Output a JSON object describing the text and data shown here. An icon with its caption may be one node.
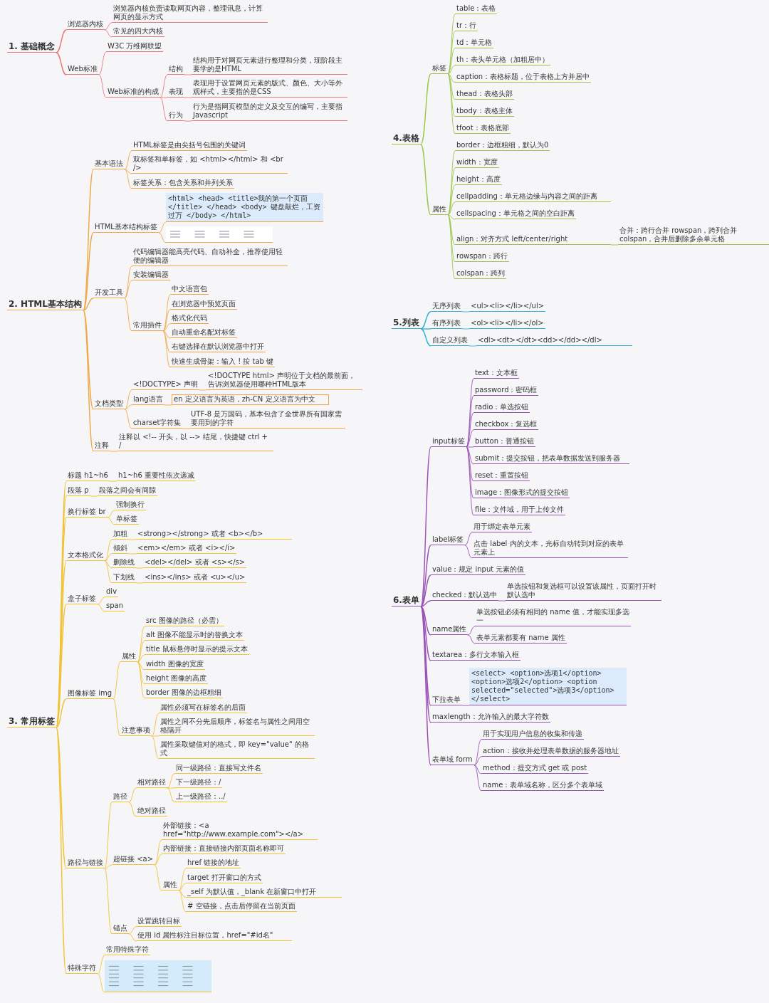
{
  "diagram": {
    "nodes": [
      {
        "text": [
          "1. 基础概念"
        ]
      },
      {
        "text": [
          "浏览器内核"
        ]
      },
      {
        "text": [
          "浏览器内核负责读取网页内容，整理讯息，计算网页的显示方式"
        ]
      },
      {
        "text": [
          "常见的四大内核"
        ]
      },
      {
        "text": [
          "Web标准"
        ]
      },
      {
        "text": [
          "W3C 万维网联盟"
        ]
      },
      {
        "text": [
          "Web标准的构成"
        ]
      },
      {
        "text": [
          "结构"
        ]
      },
      {
        "text": [
          "结构用于对网页元素进行整理和分类，现阶段主要学的是HTML"
        ]
      },
      {
        "text": [
          "表现"
        ]
      },
      {
        "text": [
          "表现用于设置网页元素的版式、颜色、大小等外观样式，主要指的是CSS"
        ]
      },
      {
        "text": [
          "行为"
        ]
      },
      {
        "text": [
          "行为是指网页模型的定义及交互的编写，主要指 Javascript"
        ]
      },
      {
        "text": [
          "2. HTML基本结构"
        ]
      },
      {
        "text": [
          "基本语法"
        ]
      },
      {
        "text": [
          "HTML标签是由尖括号包围的关键词"
        ]
      },
      {
        "text": [
          "双标签和单标签，如 <html></html> 和 <br />"
        ]
      },
      {
        "text": [
          "标签关系：包含关系和并列关系"
        ]
      },
      {
        "text": [
          "HTML基本结构标签"
        ]
      },
      {
        "text": [
          "<html> <head> <title>我的第一个页面</title> </head> <body> 键盘敲烂，工资过万 </body> </html>"
        ]
      },
      {
        "text": [],
        "shape": "picture"
      },
      {
        "text": [
          "开发工具"
        ]
      },
      {
        "text": [
          "代码编辑器能高亮代码、自动补全，推荐使用轻便的编辑器"
        ]
      },
      {
        "text": [
          "安装编辑器"
        ]
      },
      {
        "text": [
          "常用插件"
        ]
      },
      {
        "text": [
          "中文语言包"
        ]
      },
      {
        "text": [
          "在浏览器中预览页面"
        ]
      },
      {
        "text": [
          "格式化代码"
        ]
      },
      {
        "text": [
          "自动重命名配对标签"
        ]
      },
      {
        "text": [
          "右键选择在默认浏览器中打开"
        ]
      },
      {
        "text": [
          "快速生成骨架：输入 ! 按 tab 键"
        ]
      },
      {
        "text": [
          "文档类型"
        ]
      },
      {
        "text": [
          "<!DOCTYPE> 声明"
        ]
      },
      {
        "text": [
          "<!DOCTYPE html> 声明位于文档的最前面，告诉浏览器使用哪种HTML版本"
        ]
      },
      {
        "text": [
          "lang语言"
        ]
      },
      {
        "text": [
          "en 定义语言为英语，zh-CN 定义语言为中文"
        ]
      },
      {
        "text": [
          "charset字符集"
        ]
      },
      {
        "text": [
          "UTF-8 是万国码，基本包含了全世界所有国家需要用到的字符"
        ]
      },
      {
        "text": [
          "注释"
        ]
      },
      {
        "text": [
          "注释以 <!-- 开头，以 --> 结尾，快捷键 ctrl + /"
        ]
      },
      {
        "text": [
          "3. 常用标签"
        ]
      },
      {
        "text": [
          "标题 h1~h6"
        ]
      },
      {
        "text": [
          "h1~h6 重要性依次递减"
        ]
      },
      {
        "text": [
          "段落 p"
        ]
      },
      {
        "text": [
          "段落之间会有间隙"
        ]
      },
      {
        "text": [
          "换行标签 br"
        ]
      },
      {
        "text": [
          "强制换行"
        ]
      },
      {
        "text": [
          "单标签"
        ]
      },
      {
        "text": [
          "文本格式化"
        ]
      },
      {
        "text": [
          "加粗"
        ]
      },
      {
        "text": [
          "<strong></strong> 或者 <b></b>"
        ]
      },
      {
        "text": [
          "倾斜"
        ]
      },
      {
        "text": [
          "<em></em> 或者 <i></i>"
        ]
      },
      {
        "text": [
          "删除线"
        ]
      },
      {
        "text": [
          "<del></del> 或者 <s></s>"
        ]
      },
      {
        "text": [
          "下划线"
        ]
      },
      {
        "text": [
          "<ins></ins> 或者 <u></u>"
        ]
      },
      {
        "text": [
          "盒子标签"
        ]
      },
      {
        "text": [
          "div"
        ]
      },
      {
        "text": [
          "span"
        ]
      },
      {
        "text": [
          "图像标签 img"
        ]
      },
      {
        "text": [
          "属性"
        ]
      },
      {
        "text": [
          "src 图像的路径（必需）"
        ]
      },
      {
        "text": [
          "alt 图像不能显示时的替换文本"
        ]
      },
      {
        "text": [
          "title 鼠标悬停时显示的提示文本"
        ]
      },
      {
        "text": [
          "width 图像的宽度"
        ]
      },
      {
        "text": [
          "height 图像的高度"
        ]
      },
      {
        "text": [
          "border 图像的边框粗细"
        ]
      },
      {
        "text": [
          "注意事项"
        ]
      },
      {
        "text": [
          "属性必须写在标签名的后面"
        ]
      },
      {
        "text": [
          "属性之间不分先后顺序，标签名与属性之间用空格隔开"
        ]
      },
      {
        "text": [
          "属性采取键值对的格式，即 key=\"value\" 的格式"
        ]
      },
      {
        "text": [
          "路径与链接"
        ]
      },
      {
        "text": [
          "路径"
        ]
      },
      {
        "text": [
          "相对路径"
        ]
      },
      {
        "text": [
          "同一级路径：直接写文件名"
        ]
      },
      {
        "text": [
          "下一级路径：/"
        ]
      },
      {
        "text": [
          "上一级路径：../"
        ]
      },
      {
        "text": [
          "绝对路径"
        ]
      },
      {
        "text": [
          "超链接 <a>"
        ]
      },
      {
        "text": [
          "外部链接：<a href=\"http://www.example.com\"></a>"
        ]
      },
      {
        "text": [
          "内部链接：直接链接内部页面名称即可"
        ]
      },
      {
        "text": [
          "属性"
        ]
      },
      {
        "text": [
          "href 链接的地址"
        ]
      },
      {
        "text": [
          "target 打开窗口的方式"
        ]
      },
      {
        "text": [
          "_self 为默认值，_blank 在新窗口中打开"
        ]
      },
      {
        "text": [
          "# 空链接，点击后停留在当前页面"
        ]
      },
      {
        "text": [
          "锚点"
        ]
      },
      {
        "text": [
          "设置跳转目标"
        ]
      },
      {
        "text": [
          "使用 id 属性标注目标位置，href=\"#id名\""
        ]
      },
      {
        "text": [
          "特殊字符"
        ]
      },
      {
        "text": [
          "常用特殊字符"
        ]
      },
      {
        "text": [],
        "shape": "picture"
      },
      {
        "text": [
          "4.表格"
        ]
      },
      {
        "text": [
          "标签"
        ]
      },
      {
        "text": [
          "table：表格"
        ]
      },
      {
        "text": [
          "tr：行"
        ]
      },
      {
        "text": [
          "td：单元格"
        ]
      },
      {
        "text": [
          "th：表头单元格（加粗居中）"
        ]
      },
      {
        "text": [
          "caption：表格标题，位于表格上方并居中"
        ]
      },
      {
        "text": [
          "thead：表格头部"
        ]
      },
      {
        "text": [
          "tbody：表格主体"
        ]
      },
      {
        "text": [
          "tfoot：表格底部"
        ]
      },
      {
        "text": [
          "属性"
        ]
      },
      {
        "text": [
          "border：边框粗细，默认为0"
        ]
      },
      {
        "text": [
          "width：宽度"
        ]
      },
      {
        "text": [
          "height：高度"
        ]
      },
      {
        "text": [
          "cellpadding：单元格边缘与内容之间的距离"
        ]
      },
      {
        "text": [
          "cellspacing：单元格之间的空白距离"
        ]
      },
      {
        "text": [
          "align：对齐方式 left/center/right"
        ]
      },
      {
        "text": [
          "合并：跨行合并 rowspan，跨列合并 colspan，合并后删除多余单元格"
        ]
      },
      {
        "text": [
          "rowspan：跨行"
        ]
      },
      {
        "text": [
          "colspan：跨列"
        ]
      },
      {
        "text": [
          "5.列表"
        ]
      },
      {
        "text": [
          "无序列表"
        ]
      },
      {
        "text": [
          "<ul><li></li></ul>"
        ]
      },
      {
        "text": [
          "有序列表"
        ]
      },
      {
        "text": [
          "<ol><li></li></ol>"
        ]
      },
      {
        "text": [
          "自定义列表"
        ]
      },
      {
        "text": [
          "<dl><dt></dt><dd></dd></dl>"
        ]
      },
      {
        "text": [
          "6.表单"
        ]
      },
      {
        "text": [
          "input标签"
        ]
      },
      {
        "text": [
          "text：文本框"
        ]
      },
      {
        "text": [
          "password：密码框"
        ]
      },
      {
        "text": [
          "radio：单选按钮"
        ]
      },
      {
        "text": [
          "checkbox：复选框"
        ]
      },
      {
        "text": [
          "button：普通按钮"
        ]
      },
      {
        "text": [
          "submit：提交按钮，把表单数据发送到服务器"
        ]
      },
      {
        "text": [
          "reset：重置按钮"
        ]
      },
      {
        "text": [
          "image：图像形式的提交按钮"
        ]
      },
      {
        "text": [
          "file：文件域，用于上传文件"
        ]
      },
      {
        "text": [
          "label标签"
        ]
      },
      {
        "text": [
          "用于绑定表单元素"
        ]
      },
      {
        "text": [
          "点击 label 内的文本，光标自动转到对应的表单元素上"
        ]
      },
      {
        "text": [
          "value：规定 input 元素的值"
        ]
      },
      {
        "text": [
          "checked：默认选中"
        ]
      },
      {
        "text": [
          "单选按钮和复选框可以设置该属性，页面打开时默认选中"
        ]
      },
      {
        "text": [
          "name属性"
        ]
      },
      {
        "text": [
          "单选按钮必须有相同的 name 值，才能实现多选一"
        ]
      },
      {
        "text": [
          "表单元素都要有 name 属性"
        ]
      },
      {
        "text": [
          "textarea：多行文本输入框"
        ]
      },
      {
        "text": [
          "下拉表单"
        ]
      },
      {
        "text": [
          "<select> <option>选项1</option> <option>选项2</option> <option selected=\"selected\">选项3</option> </select>"
        ]
      },
      {
        "text": [
          "maxlength：允许输入的最大字符数"
        ]
      },
      {
        "text": [
          "表单域 form"
        ]
      },
      {
        "text": [
          "用于实现用户信息的收集和传递"
        ]
      },
      {
        "text": [
          "action：接收并处理表单数据的服务器地址"
        ]
      },
      {
        "text": [
          "method：提交方式 get 或 post"
        ]
      },
      {
        "text": [
          "name：表单域名称，区分多个表单域"
        ]
      }
    ],
    "edges": [
      {
        "from": 0,
        "to": 1,
        "arrow": "none",
        "color": "#e8797a"
      },
      {
        "from": 1,
        "to": 2,
        "arrow": "none",
        "color": "#e8797a"
      },
      {
        "from": 1,
        "to": 3,
        "arrow": "none",
        "color": "#e8797a"
      },
      {
        "from": 0,
        "to": 4,
        "arrow": "none",
        "color": "#e8797a"
      },
      {
        "from": 4,
        "to": 5,
        "arrow": "none",
        "color": "#e8797a"
      },
      {
        "from": 4,
        "to": 6,
        "arrow": "none",
        "color": "#e8797a"
      },
      {
        "from": 6,
        "to": 7,
        "arrow": "none",
        "color": "#e8797a"
      },
      {
        "from": 7,
        "to": 8,
        "arrow": "none",
        "color": "#e8797a"
      },
      {
        "from": 6,
        "to": 9,
        "arrow": "none",
        "color": "#e8797a"
      },
      {
        "from": 9,
        "to": 10,
        "arrow": "none",
        "color": "#e8797a"
      },
      {
        "from": 6,
        "to": 11,
        "arrow": "none",
        "color": "#e8797a"
      },
      {
        "from": 11,
        "to": 12,
        "arrow": "none",
        "color": "#e8797a"
      },
      {
        "from": 13,
        "to": 14,
        "arrow": "none",
        "color": "#f0a747"
      },
      {
        "from": 14,
        "to": 15,
        "arrow": "none",
        "color": "#f0a747"
      },
      {
        "from": 14,
        "to": 16,
        "arrow": "none",
        "color": "#f0a747"
      },
      {
        "from": 14,
        "to": 17,
        "arrow": "none",
        "color": "#f0a747"
      },
      {
        "from": 13,
        "to": 18,
        "arrow": "none",
        "color": "#f0a747"
      },
      {
        "from": 18,
        "to": 19,
        "arrow": "none",
        "color": "#f0a747"
      },
      {
        "from": 18,
        "to": 20,
        "arrow": "none",
        "color": "#f0a747"
      },
      {
        "from": 13,
        "to": 21,
        "arrow": "none",
        "color": "#f0a747"
      },
      {
        "from": 21,
        "to": 22,
        "arrow": "none",
        "color": "#f0a747"
      },
      {
        "from": 21,
        "to": 23,
        "arrow": "none",
        "color": "#f0a747"
      },
      {
        "from": 21,
        "to": 24,
        "arrow": "none",
        "color": "#f0a747"
      },
      {
        "from": 24,
        "to": 25,
        "arrow": "none",
        "color": "#f0a747"
      },
      {
        "from": 24,
        "to": 26,
        "arrow": "none",
        "color": "#f0a747"
      },
      {
        "from": 24,
        "to": 27,
        "arrow": "none",
        "color": "#f0a747"
      },
      {
        "from": 24,
        "to": 28,
        "arrow": "none",
        "color": "#f0a747"
      },
      {
        "from": 24,
        "to": 29,
        "arrow": "none",
        "color": "#f0a747"
      },
      {
        "from": 24,
        "to": 30,
        "arrow": "none",
        "color": "#f0a747"
      },
      {
        "from": 13,
        "to": 31,
        "arrow": "none",
        "color": "#f0a747"
      },
      {
        "from": 31,
        "to": 32,
        "arrow": "none",
        "color": "#f0a747"
      },
      {
        "from": 32,
        "to": 33,
        "arrow": "none",
        "color": "#f0a747"
      },
      {
        "from": 31,
        "to": 34,
        "arrow": "none",
        "color": "#f0a747"
      },
      {
        "from": 34,
        "to": 35,
        "arrow": "none",
        "color": "#f0a747"
      },
      {
        "from": 31,
        "to": 36,
        "arrow": "none",
        "color": "#f0a747"
      },
      {
        "from": 36,
        "to": 37,
        "arrow": "none",
        "color": "#f0a747"
      },
      {
        "from": 13,
        "to": 38,
        "arrow": "none",
        "color": "#f0a747"
      },
      {
        "from": 38,
        "to": 39,
        "arrow": "none",
        "color": "#f0a747"
      },
      {
        "from": 40,
        "to": 41,
        "arrow": "none"
      },
      {
        "from": 41,
        "to": 42,
        "arrow": "none"
      },
      {
        "from": 40,
        "to": 43,
        "arrow": "none"
      },
      {
        "from": 43,
        "to": 44,
        "arrow": "none"
      },
      {
        "from": 40,
        "to": 45,
        "arrow": "none"
      },
      {
        "from": 45,
        "to": 46,
        "arrow": "none"
      },
      {
        "from": 45,
        "to": 47,
        "arrow": "none"
      },
      {
        "from": 40,
        "to": 48,
        "arrow": "none"
      },
      {
        "from": 48,
        "to": 49,
        "arrow": "none"
      },
      {
        "from": 49,
        "to": 50,
        "arrow": "none"
      },
      {
        "from": 48,
        "to": 51,
        "arrow": "none"
      },
      {
        "from": 51,
        "to": 52,
        "arrow": "none"
      },
      {
        "from": 48,
        "to": 53,
        "arrow": "none"
      },
      {
        "from": 53,
        "to": 54,
        "arrow": "none"
      },
      {
        "from": 48,
        "to": 55,
        "arrow": "none"
      },
      {
        "from": 55,
        "to": 56,
        "arrow": "none"
      },
      {
        "from": 40,
        "to": 57,
        "arrow": "none"
      },
      {
        "from": 57,
        "to": 58,
        "arrow": "none"
      },
      {
        "from": 57,
        "to": 59,
        "arrow": "none"
      },
      {
        "from": 40,
        "to": 60,
        "arrow": "none"
      },
      {
        "from": 60,
        "to": 61,
        "arrow": "none"
      },
      {
        "from": 61,
        "to": 62,
        "arrow": "none"
      },
      {
        "from": 61,
        "to": 63,
        "arrow": "none"
      },
      {
        "from": 61,
        "to": 64,
        "arrow": "none"
      },
      {
        "from": 61,
        "to": 65,
        "arrow": "none"
      },
      {
        "from": 61,
        "to": 66,
        "arrow": "none"
      },
      {
        "from": 61,
        "to": 67,
        "arrow": "none"
      },
      {
        "from": 60,
        "to": 68,
        "arrow": "none"
      },
      {
        "from": 68,
        "to": 69,
        "arrow": "none"
      },
      {
        "from": 68,
        "to": 70,
        "arrow": "none"
      },
      {
        "from": 68,
        "to": 71,
        "arrow": "none"
      },
      {
        "from": 40,
        "to": 72,
        "arrow": "none"
      },
      {
        "from": 72,
        "to": 73,
        "arrow": "none"
      },
      {
        "from": 73,
        "to": 74,
        "arrow": "none"
      },
      {
        "from": 74,
        "to": 75,
        "arrow": "none"
      },
      {
        "from": 74,
        "to": 76,
        "arrow": "none"
      },
      {
        "from": 74,
        "to": 77,
        "arrow": "none"
      },
      {
        "from": 73,
        "to": 78,
        "arrow": "none"
      },
      {
        "from": 72,
        "to": 79,
        "arrow": "none"
      },
      {
        "from": 79,
        "to": 80,
        "arrow": "none"
      },
      {
        "from": 79,
        "to": 81,
        "arrow": "none"
      },
      {
        "from": 79,
        "to": 82,
        "arrow": "none"
      },
      {
        "from": 82,
        "to": 83,
        "arrow": "none"
      },
      {
        "from": 82,
        "to": 84,
        "arrow": "none"
      },
      {
        "from": 82,
        "to": 85,
        "arrow": "none"
      },
      {
        "from": 82,
        "to": 86,
        "arrow": "none"
      },
      {
        "from": 72,
        "to": 87,
        "arrow": "none"
      },
      {
        "from": 87,
        "to": 88,
        "arrow": "none"
      },
      {
        "from": 87,
        "to": 89,
        "arrow": "none"
      },
      {
        "from": 40,
        "to": 90,
        "arrow": "none"
      },
      {
        "from": 90,
        "to": 91,
        "arrow": "none"
      },
      {
        "from": 90,
        "to": 92,
        "arrow": "none"
      },
      {
        "from": 93,
        "to": 94,
        "arrow": "none",
        "color": "#9cc44a"
      },
      {
        "from": 94,
        "to": 95,
        "arrow": "none",
        "color": "#9cc44a"
      },
      {
        "from": 94,
        "to": 96,
        "arrow": "none",
        "color": "#9cc44a"
      },
      {
        "from": 94,
        "to": 97,
        "arrow": "none",
        "color": "#9cc44a"
      },
      {
        "from": 94,
        "to": 98,
        "arrow": "none",
        "color": "#9cc44a"
      },
      {
        "from": 94,
        "to": 99,
        "arrow": "none",
        "color": "#9cc44a"
      },
      {
        "from": 94,
        "to": 100,
        "arrow": "none",
        "color": "#9cc44a"
      },
      {
        "from": 94,
        "to": 101,
        "arrow": "none",
        "color": "#9cc44a"
      },
      {
        "from": 94,
        "to": 102,
        "arrow": "none",
        "color": "#9cc44a"
      },
      {
        "from": 93,
        "to": 103,
        "arrow": "none",
        "color": "#9cc44a"
      },
      {
        "from": 103,
        "to": 104,
        "arrow": "none",
        "color": "#9cc44a"
      },
      {
        "from": 103,
        "to": 105,
        "arrow": "none",
        "color": "#9cc44a"
      },
      {
        "from": 103,
        "to": 106,
        "arrow": "none",
        "color": "#9cc44a"
      },
      {
        "from": 103,
        "to": 107,
        "arrow": "none",
        "color": "#9cc44a"
      },
      {
        "from": 103,
        "to": 108,
        "arrow": "none",
        "color": "#9cc44a"
      },
      {
        "from": 103,
        "to": 109,
        "arrow": "none",
        "color": "#9cc44a"
      },
      {
        "from": 109,
        "to": 110,
        "arrow": "none",
        "color": "#9cc44a"
      },
      {
        "from": 103,
        "to": 111,
        "arrow": "none",
        "color": "#9cc44a"
      },
      {
        "from": 103,
        "to": 112,
        "arrow": "none",
        "color": "#9cc44a"
      },
      {
        "from": 113,
        "to": 114,
        "arrow": "none",
        "color": "#2fb5d3"
      },
      {
        "from": 114,
        "to": 115,
        "arrow": "none",
        "color": "#2fb5d3"
      },
      {
        "from": 113,
        "to": 116,
        "arrow": "none",
        "color": "#2fb5d3"
      },
      {
        "from": 116,
        "to": 117,
        "arrow": "none",
        "color": "#2fb5d3"
      },
      {
        "from": 113,
        "to": 118,
        "arrow": "none",
        "color": "#2fb5d3"
      },
      {
        "from": 118,
        "to": 119,
        "arrow": "none",
        "color": "#2fb5d3"
      },
      {
        "from": 120,
        "to": 121,
        "arrow": "none",
        "color": "#9a52b5"
      },
      {
        "from": 121,
        "to": 122,
        "arrow": "none",
        "color": "#9a52b5"
      },
      {
        "from": 121,
        "to": 123,
        "arrow": "none",
        "color": "#9a52b5"
      },
      {
        "from": 121,
        "to": 124,
        "arrow": "none",
        "color": "#9a52b5"
      },
      {
        "from": 121,
        "to": 125,
        "arrow": "none",
        "color": "#9a52b5"
      },
      {
        "from": 121,
        "to": 126,
        "arrow": "none",
        "color": "#9a52b5"
      },
      {
        "from": 121,
        "to": 127,
        "arrow": "none",
        "color": "#9a52b5"
      },
      {
        "from": 121,
        "to": 128,
        "arrow": "none",
        "color": "#9a52b5"
      },
      {
        "from": 121,
        "to": 129,
        "arrow": "none",
        "color": "#9a52b5"
      },
      {
        "from": 121,
        "to": 130,
        "arrow": "none",
        "color": "#9a52b5"
      },
      {
        "from": 120,
        "to": 131,
        "arrow": "none",
        "color": "#9a52b5"
      },
      {
        "from": 131,
        "to": 132,
        "arrow": "none",
        "color": "#9a52b5"
      },
      {
        "from": 131,
        "to": 133,
        "arrow": "none",
        "color": "#9a52b5"
      },
      {
        "from": 120,
        "to": 134,
        "arrow": "none",
        "color": "#9a52b5"
      },
      {
        "from": 120,
        "to": 135,
        "arrow": "none",
        "color": "#9a52b5"
      },
      {
        "from": 135,
        "to": 136,
        "arrow": "none",
        "color": "#9a52b5"
      },
      {
        "from": 120,
        "to": 137,
        "arrow": "none",
        "color": "#9a52b5"
      },
      {
        "from": 137,
        "to": 138,
        "arrow": "none",
        "color": "#9a52b5"
      },
      {
        "from": 137,
        "to": 139,
        "arrow": "none",
        "color": "#9a52b5"
      },
      {
        "from": 120,
        "to": 140,
        "arrow": "none",
        "color": "#9a52b5"
      },
      {
        "from": 120,
        "to": 141,
        "arrow": "none",
        "color": "#9a52b5"
      },
      {
        "from": 141,
        "to": 142,
        "arrow": "none",
        "color": "#9a52b5"
      },
      {
        "from": 120,
        "to": 143,
        "arrow": "none",
        "color": "#9a52b5"
      },
      {
        "from": 120,
        "to": 144,
        "arrow": "none",
        "color": "#9a52b5"
      },
      {
        "from": 144,
        "to": 145,
        "arrow": "none",
        "color": "#9a52b5"
      },
      {
        "from": 144,
        "to": 146,
        "arrow": "none",
        "color": "#9a52b5"
      },
      {
        "from": 144,
        "to": 147,
        "arrow": "none",
        "color": "#9a52b5"
      },
      {
        "from": 144,
        "to": 148,
        "arrow": "none",
        "color": "#9a52b5"
      }
    ]
  }
}
